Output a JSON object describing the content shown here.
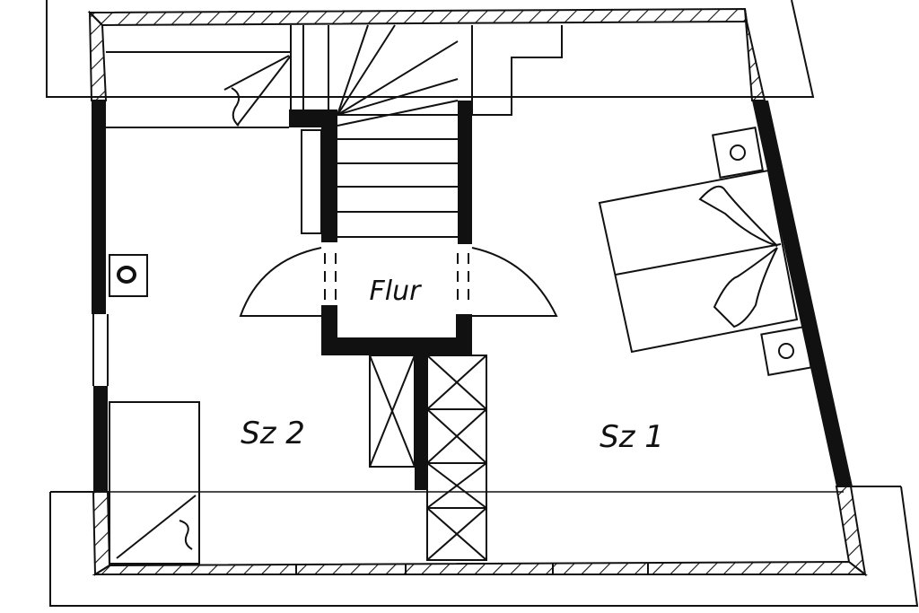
{
  "rooms": {
    "hallway": "Flur",
    "bedroom_2": "Sz 2",
    "bedroom_1": "Sz 1"
  },
  "colors": {
    "ink": "#111111",
    "paper": "#ffffff"
  }
}
